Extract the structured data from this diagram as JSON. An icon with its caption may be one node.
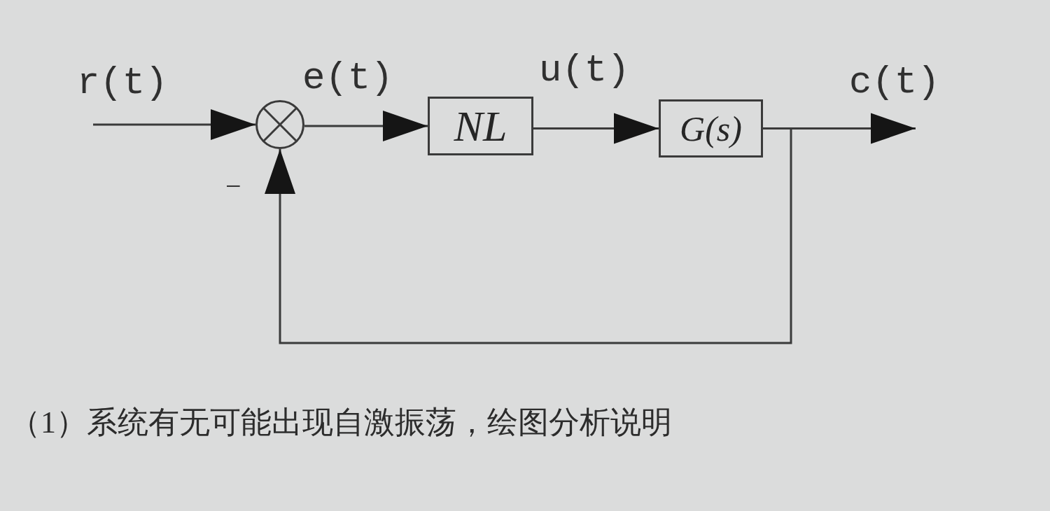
{
  "diagram": {
    "nodes": [
      {
        "text": [],
        "shape": "circle",
        "beside": [
          "−"
        ]
      },
      {
        "text": [
          "NL"
        ]
      },
      {
        "text": [
          "G(s)"
        ]
      }
    ],
    "edges": [
      {
        "from": null,
        "to": 0,
        "arrow": "to",
        "label": "r(t)"
      },
      {
        "from": 0,
        "to": 1,
        "arrow": "to",
        "label": "e(t)"
      },
      {
        "from": 1,
        "to": 2,
        "arrow": "to",
        "label": "u(t)"
      },
      {
        "from": 2,
        "to": null,
        "arrow": "to",
        "label": "c(t)"
      },
      {
        "from": 2,
        "to": 0,
        "arrow": "to"
      }
    ],
    "labels": [
      "（1）系统有无可能出现自激振荡，绘图分析说明"
    ]
  }
}
